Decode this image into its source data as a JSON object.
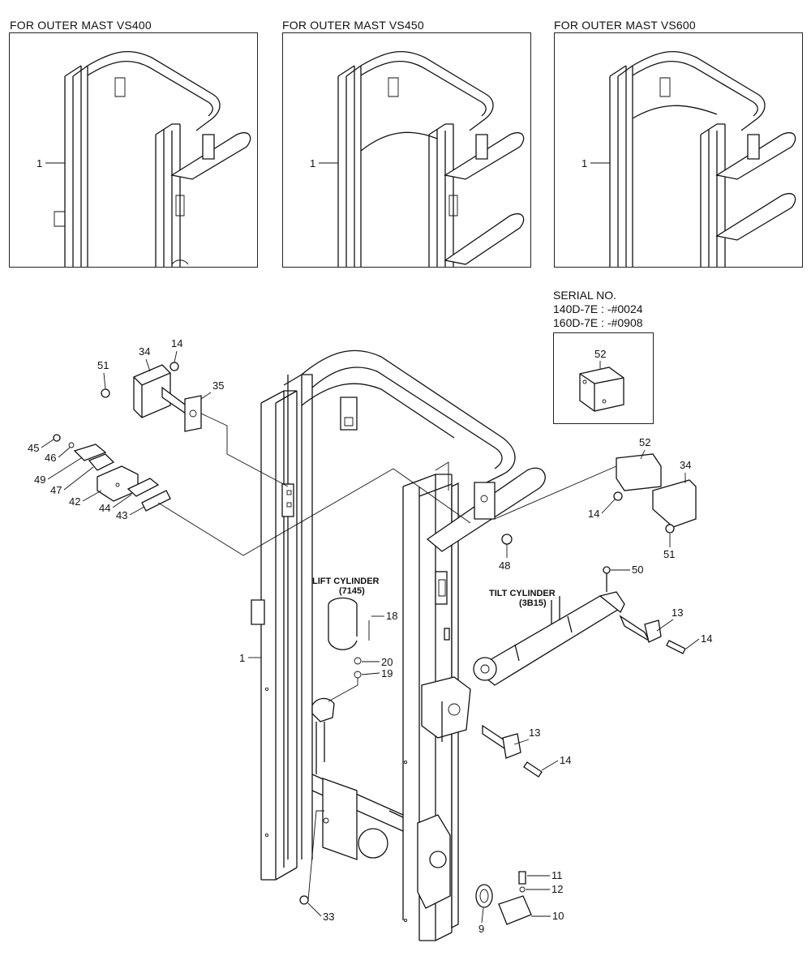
{
  "headers": {
    "vs400": "FOR OUTER MAST VS400",
    "vs450": "FOR OUTER MAST VS450",
    "vs600": "FOR OUTER MAST VS600"
  },
  "serial": {
    "title": "SERIAL NO.",
    "line1": "140D-7E : -#0024",
    "line2": "160D-7E : -#0908"
  },
  "subassemblies": {
    "lift_cylinder": "LIFT CYLINDER",
    "lift_cylinder_code": "(7145)",
    "tilt_cylinder": "TILT CYLINDER",
    "tilt_cylinder_code": "(3B15)"
  },
  "callouts": {
    "p1": "1",
    "p9": "9",
    "p10": "10",
    "p11": "11",
    "p12": "12",
    "p13": "13",
    "p14": "14",
    "p18": "18",
    "p19": "19",
    "p20": "20",
    "p33": "33",
    "p34": "34",
    "p35": "35",
    "p42": "42",
    "p43": "43",
    "p44": "44",
    "p45": "45",
    "p46": "46",
    "p47": "47",
    "p48": "48",
    "p49": "49",
    "p50": "50",
    "p51": "51",
    "p52": "52"
  }
}
